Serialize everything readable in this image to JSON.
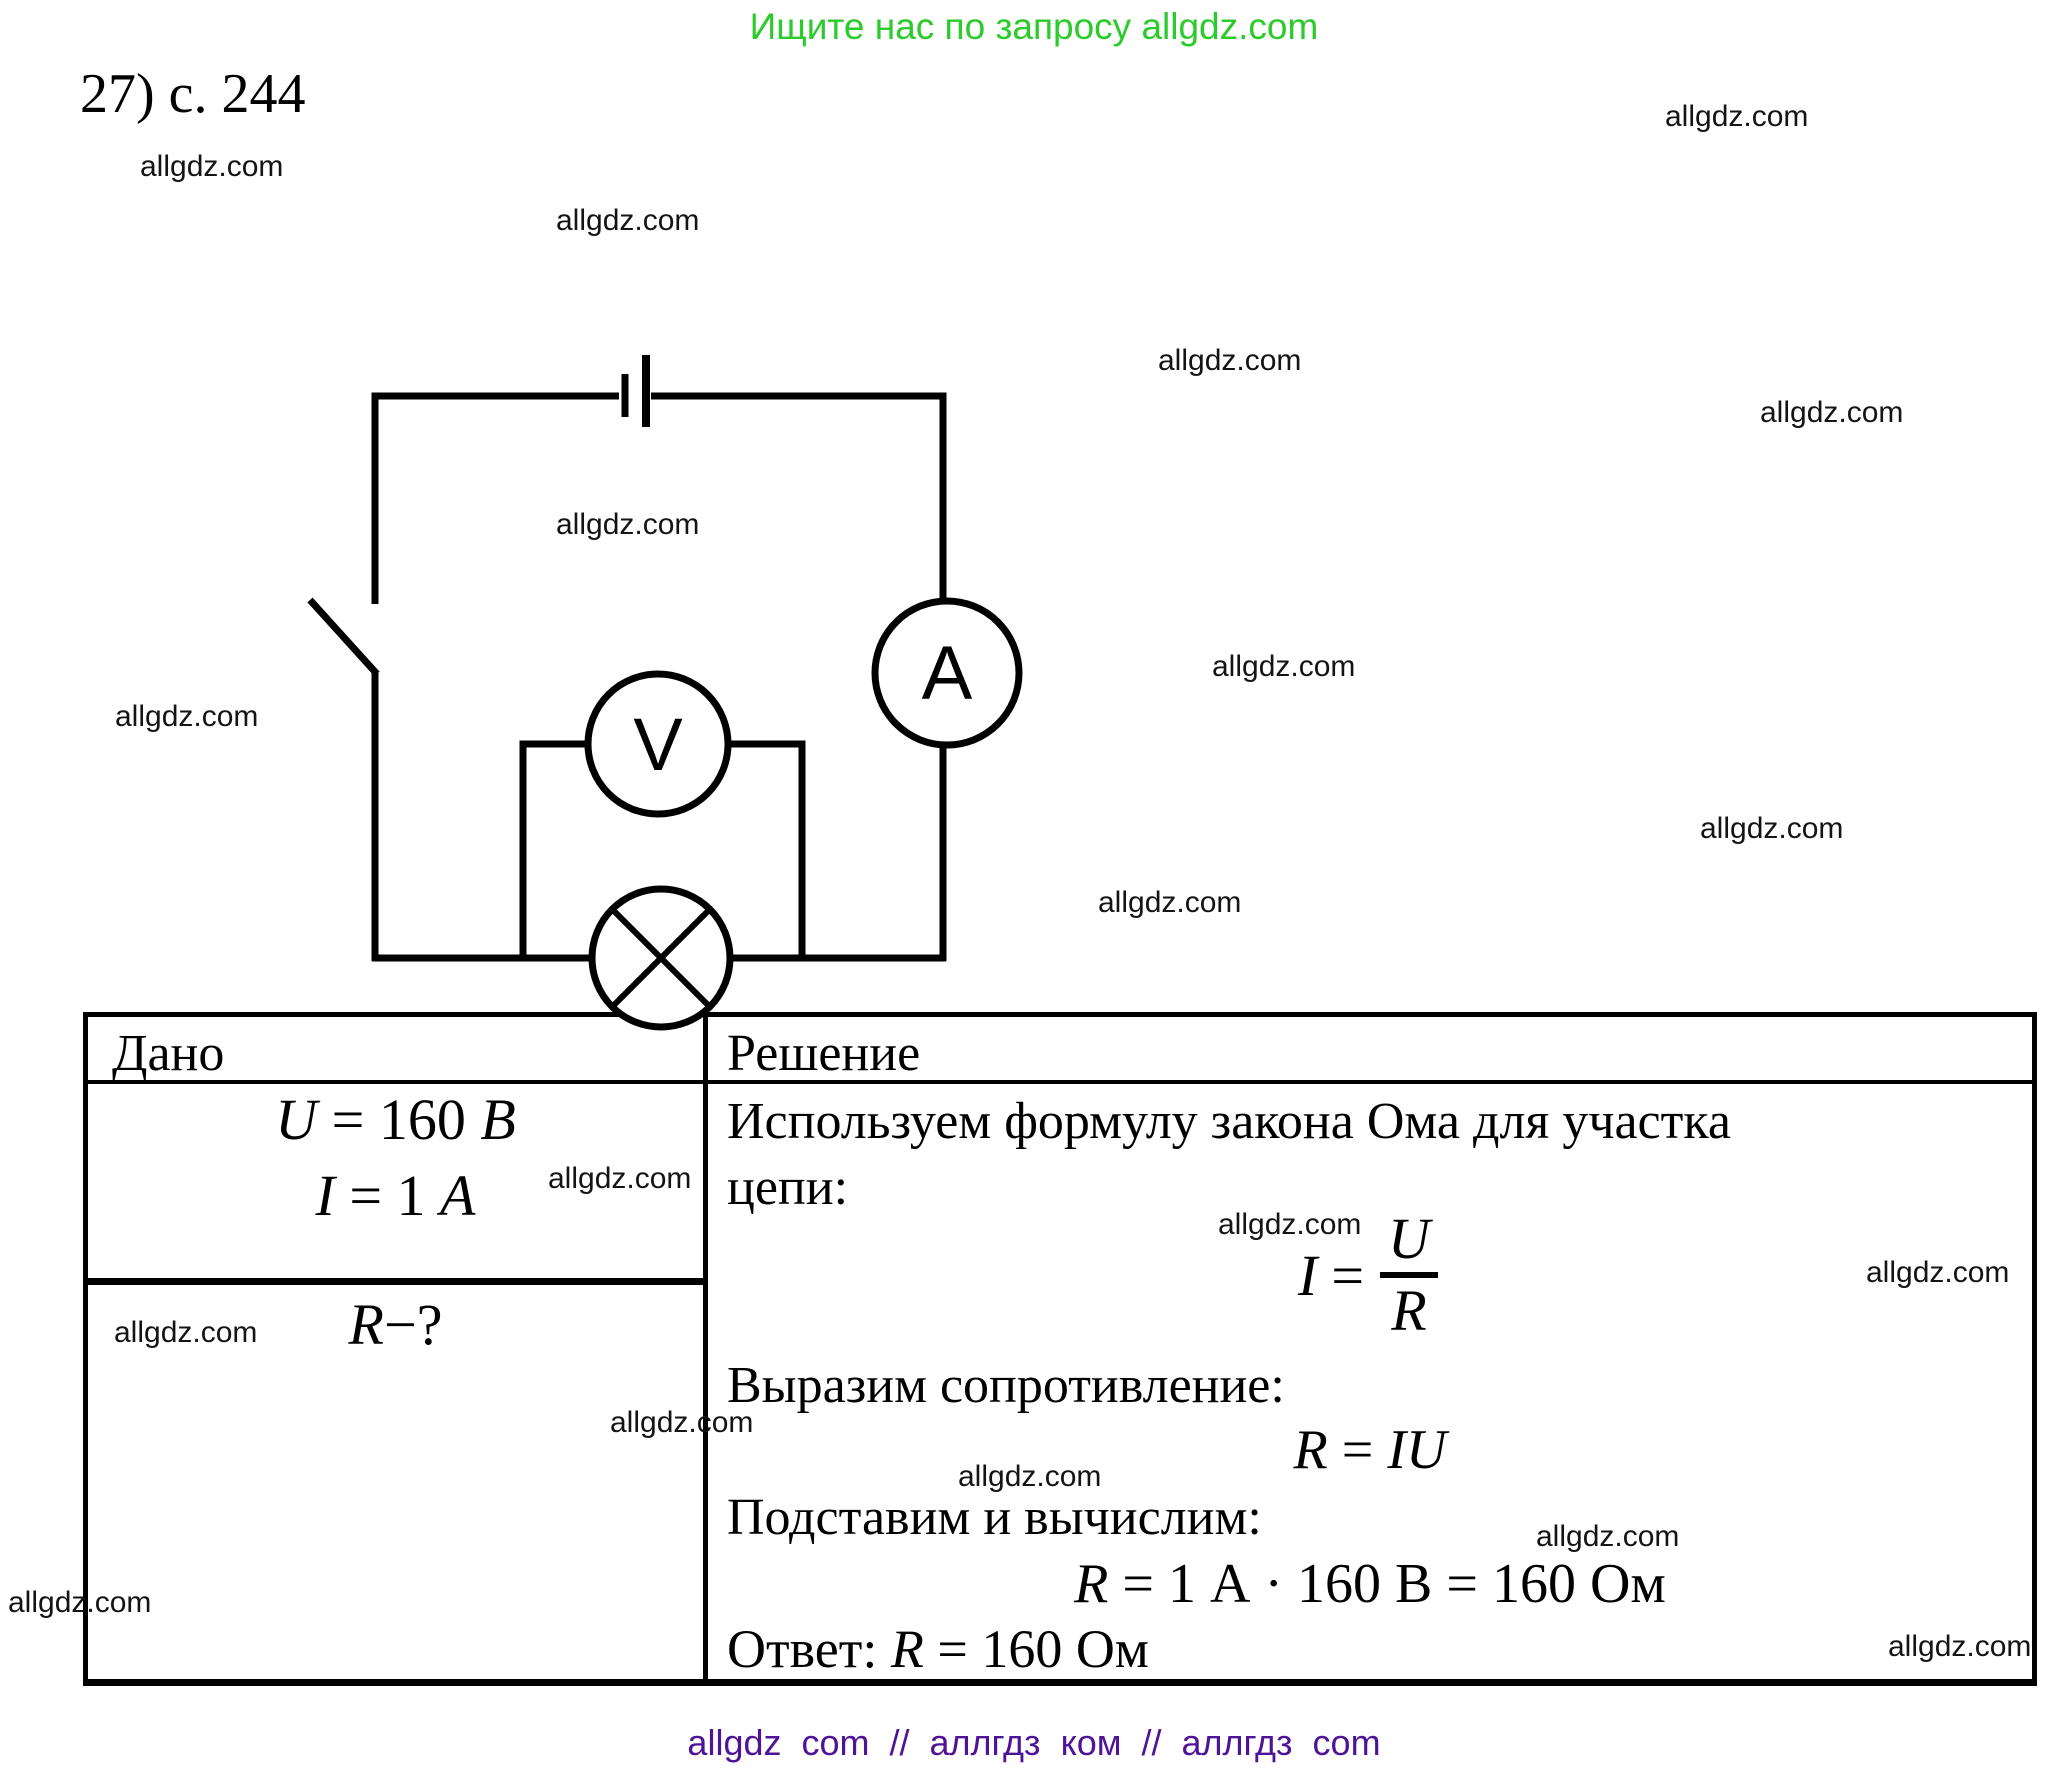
{
  "colors": {
    "promo_green": "#2bcb2b",
    "footer_purple": "#4e1396",
    "ink": "#000000"
  },
  "header": {
    "promo": "Ищите нас по запросу allgdz.com"
  },
  "title": "27) с. 244",
  "watermark": {
    "text": "allgdz.com"
  },
  "circuit": {
    "ammeter_label": "A",
    "voltmeter_label": "V"
  },
  "table": {
    "given_header": "Дано",
    "solution_header": "Решение",
    "given": {
      "u": {
        "sym": "U",
        "eq": "=",
        "val": "160",
        "unit": "В"
      },
      "i": {
        "sym": "I",
        "eq": "=",
        "val": "1",
        "unit": "А"
      },
      "find": {
        "sym": "R",
        "suffix": "−?"
      }
    },
    "solution": {
      "line1": "Используем формулу закона Ома для участка",
      "line2": "цепи:",
      "formula": {
        "lhs": "I",
        "eq": "=",
        "num": "U",
        "den": "R"
      },
      "line3": "Выразим сопротивление:",
      "expr": {
        "lhs": "R",
        "eq": "=",
        "rhs": "IU"
      },
      "line4": "Подставим и вычислим:",
      "calc": {
        "lhs": "R",
        "eq": "=",
        "rhs": "1 А · 160 В = 160 Ом"
      },
      "answer": {
        "prefix": "Ответ:",
        "sym": "R",
        "rhs": "= 160 Ом"
      }
    }
  },
  "footer": {
    "text": "allgdz com // аллгдз ком // аллгдз com"
  }
}
